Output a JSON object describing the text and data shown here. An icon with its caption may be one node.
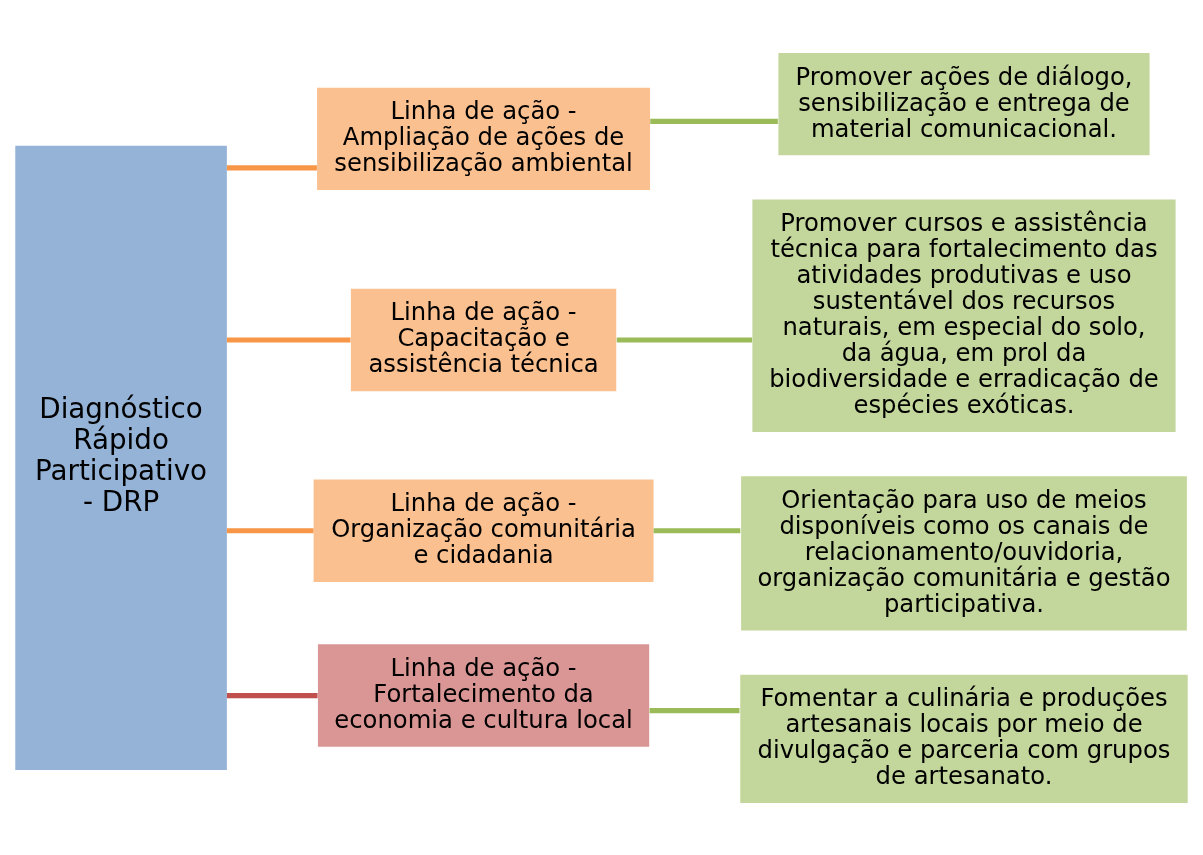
{
  "diagram": {
    "nodes": [
      {
        "text": [
          "Diagnóstico Rápido Participativo - DRP"
        ]
      },
      {
        "text": [
          "Linha de ação - Ampliação de ações de sensibilização ambiental"
        ]
      },
      {
        "text": [
          "Linha de ação - Capacitação e assistência técnica"
        ]
      },
      {
        "text": [
          "Linha de ação - Organização comunitária e cidadania"
        ]
      },
      {
        "text": [
          "Linha de ação - Fortalecimento da economia e cultura local"
        ]
      },
      {
        "text": [
          "Promover ações de diálogo, sensibilização e entrega de material comunicacional."
        ]
      },
      {
        "text": [
          "Promover cursos e assistência técnica para fortalecimento das atividades produtivas e uso sustentável dos recursos naturais, em especial do solo, da água, em prol da biodiversidade e erradicação de espécies exóticas."
        ]
      },
      {
        "text": [
          "Orientação para uso de meios disponíveis como os canais de relacionamento/ouvidoria, organização comunitária e gestão participativa."
        ]
      },
      {
        "text": [
          "Fomentar a culinária e produções artesanais locais por meio de divulgação e parceria com grupos de artesanato."
        ]
      }
    ],
    "edges": [
      {
        "from": 0,
        "to": 1,
        "arrow": "none",
        "color": "#f79646"
      },
      {
        "from": 0,
        "to": 2,
        "arrow": "none",
        "color": "#f79646"
      },
      {
        "from": 0,
        "to": 3,
        "arrow": "none",
        "color": "#f79646"
      },
      {
        "from": 0,
        "to": 4,
        "arrow": "none",
        "color": "#c0504d"
      },
      {
        "from": 1,
        "to": 5,
        "arrow": "none",
        "color": "#9bbb59"
      },
      {
        "from": 2,
        "to": 6,
        "arrow": "none",
        "color": "#9bbb59"
      },
      {
        "from": 3,
        "to": 7,
        "arrow": "none",
        "color": "#9bbb59"
      },
      {
        "from": 4,
        "to": 8,
        "arrow": "none",
        "color": "#9bbb59"
      }
    ]
  }
}
